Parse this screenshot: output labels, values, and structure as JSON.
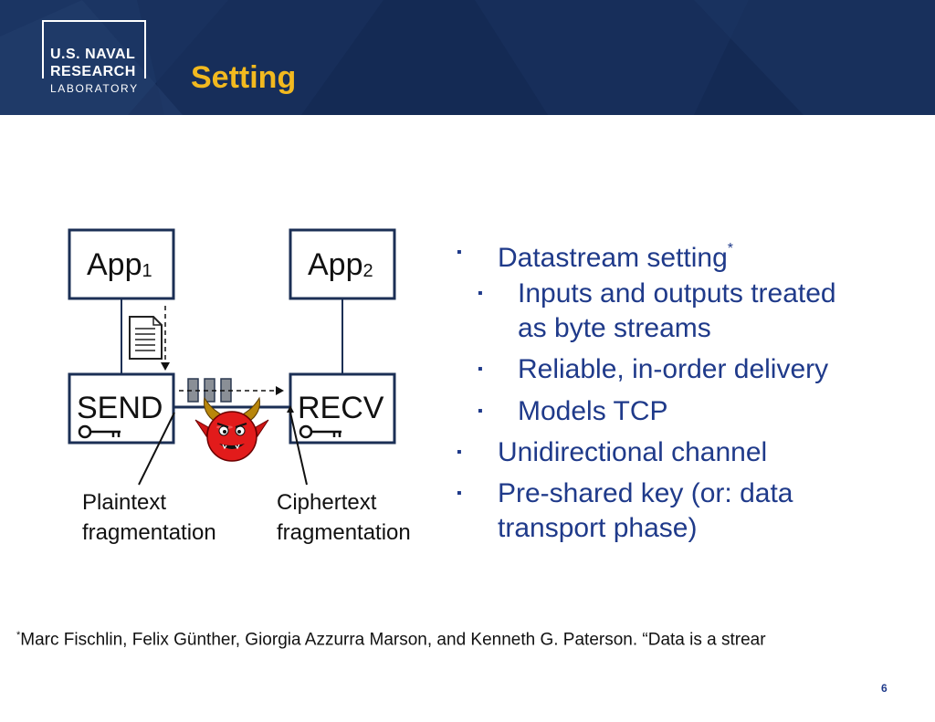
{
  "header": {
    "logo_line1": "U.S. NAVAL",
    "logo_line2": "RESEARCH",
    "logo_line3": "LABORATORY",
    "title": "Setting",
    "colors": {
      "background": "#142a54",
      "title": "#f2b91f"
    }
  },
  "diagram": {
    "app1": {
      "base": "App",
      "sub": "1"
    },
    "app2": {
      "base": "App",
      "sub": "2"
    },
    "send": "SEND",
    "recv": "RECV",
    "caption_left": [
      "Plaintext",
      "fragmentation"
    ],
    "caption_right": [
      "Ciphertext",
      "fragmentation"
    ],
    "icons": [
      "document-icon",
      "key-icon",
      "key-icon",
      "devil-icon",
      "packet-icon"
    ]
  },
  "bullets": [
    {
      "text": "Datastream setting",
      "sup": "*",
      "level": 1
    },
    {
      "text": "Inputs and outputs treated",
      "level": 2
    },
    {
      "text": "as byte streams",
      "level": 2,
      "continuation": true
    },
    {
      "text": "Reliable, in-order delivery",
      "level": 2
    },
    {
      "text": "Models TCP",
      "level": 2
    },
    {
      "text": "Unidirectional channel",
      "level": 1
    },
    {
      "text": "Pre-shared key (or: data",
      "level": 1
    },
    {
      "text": "transport phase)",
      "level": 1,
      "continuation": true
    }
  ],
  "bullet_glyph": "▪",
  "footnote": {
    "mark": "*",
    "text": "Marc Fischlin, Felix Günther, Giorgia Azzurra Marson, and Kenneth G. Paterson. “Data is a strear"
  },
  "page_number": "6"
}
